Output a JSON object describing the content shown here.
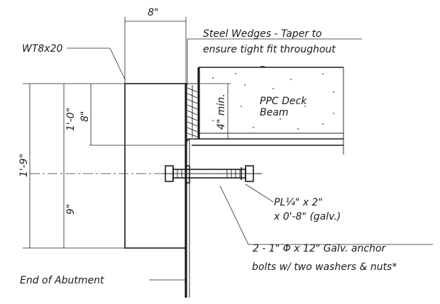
{
  "labels": {
    "wt_section": "WT8x20",
    "top_dim": "8\"",
    "wedges_line1": "Steel Wedges - Taper to",
    "wedges_line2": "ensure tight fit throughout",
    "deck_line1": "PPC Deck",
    "deck_line2": "Beam",
    "dim_min": "4\" min.",
    "dim_8in": "8\"",
    "dim_1ft": "1'-0\"",
    "dim_1ft9": "1'-9\"",
    "dim_9in": "9\"",
    "plate_line1": "PL¼\" x 2\"",
    "plate_line2": "x 0'-8\" (galv.)",
    "bolts_line1": "2 - 1\" Φ x 12\" Galv. anchor",
    "bolts_line2": "bolts w/ two washers & nuts*",
    "end_abutment": "End of Abutment"
  }
}
